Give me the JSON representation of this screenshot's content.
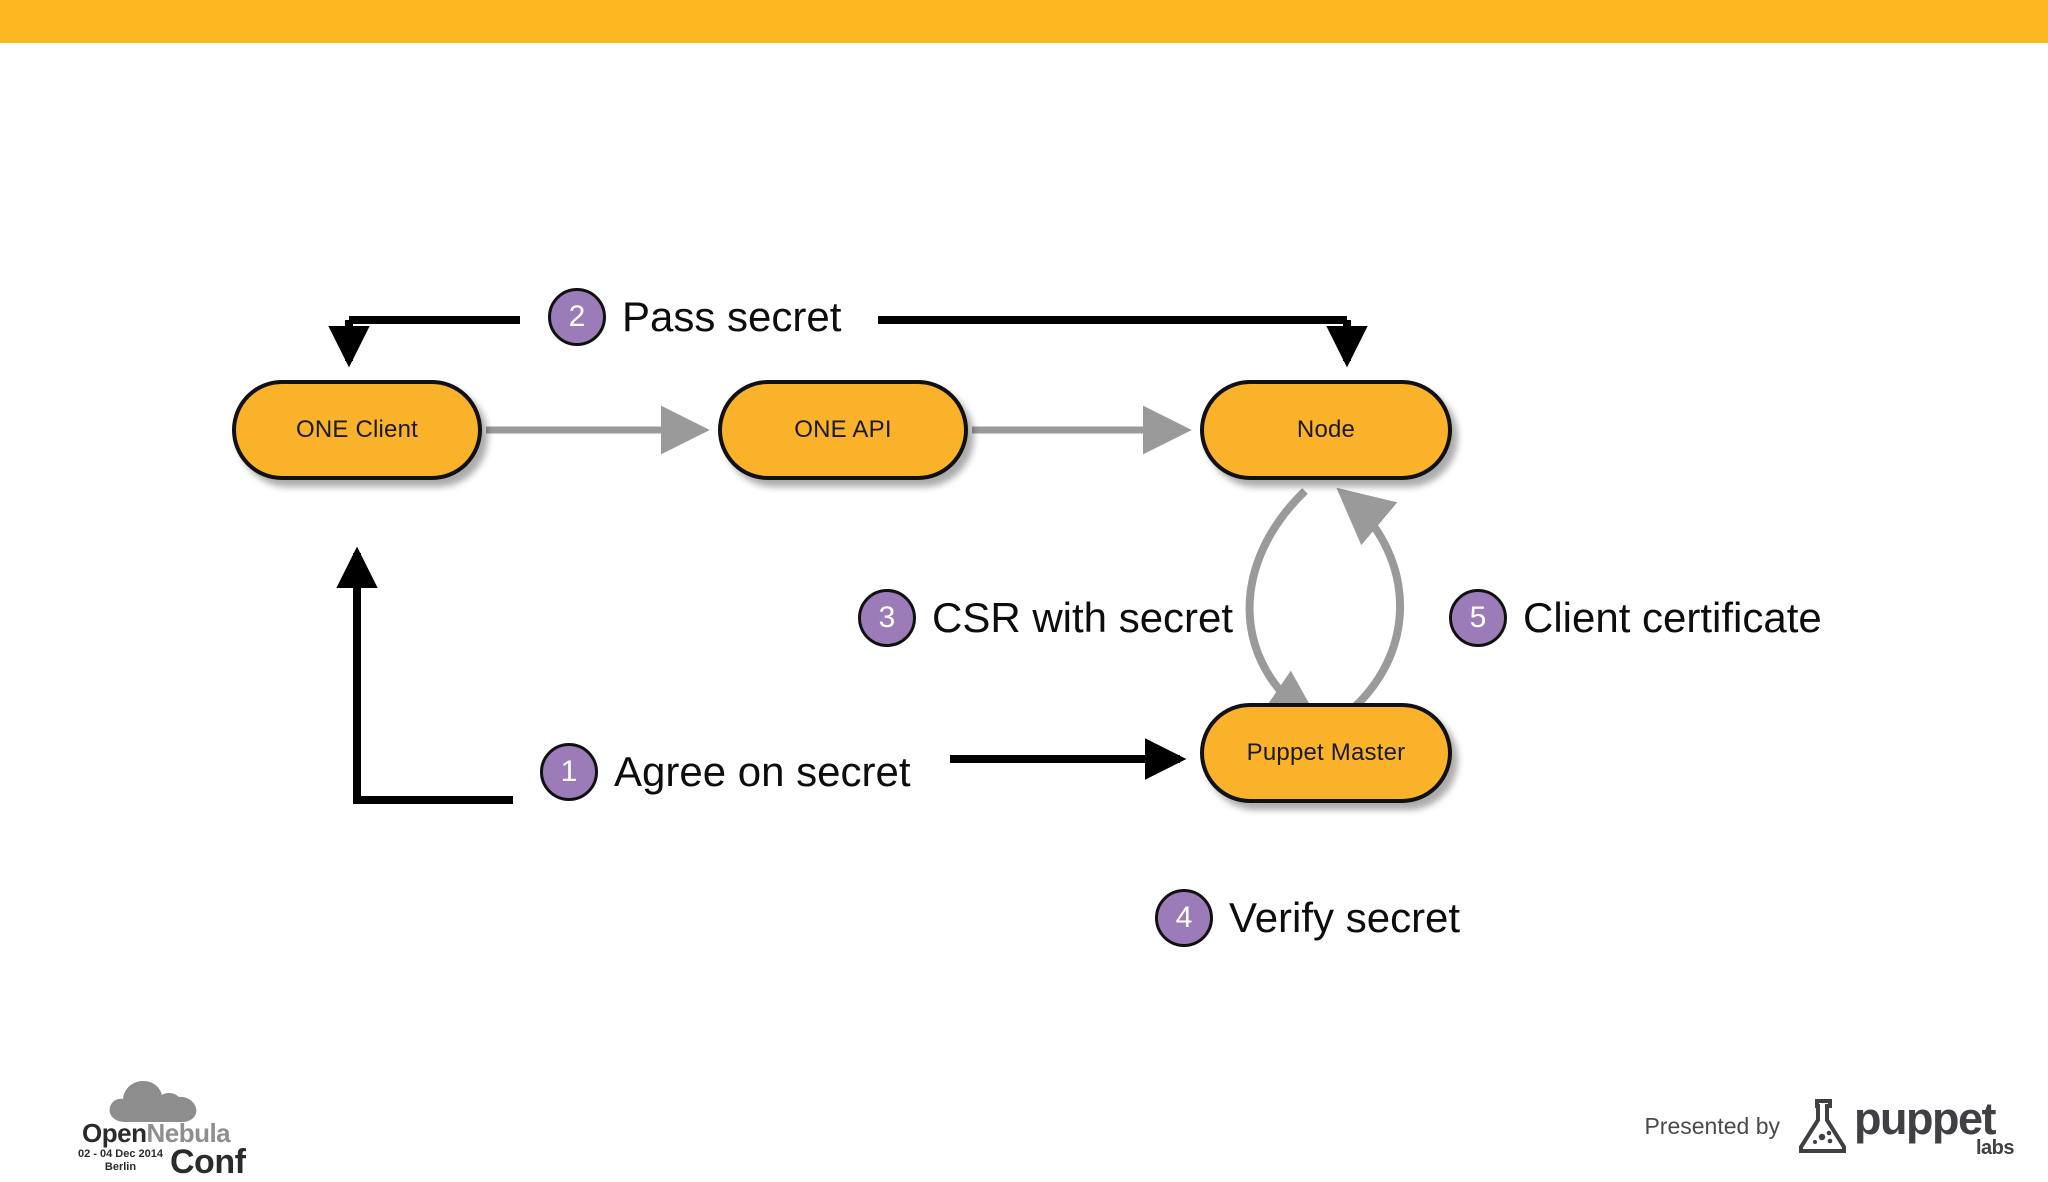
{
  "slide": {
    "top_bar_color": "#FCB71F",
    "background_color": "#FFFFFF",
    "box_fill_color": "#F9B229",
    "box_border_color": "#111111",
    "badge_fill_color": "#9C7BB9",
    "gray_arrow_color": "#9A9A9A",
    "black_arrow_color": "#000000"
  },
  "diagram": {
    "title": "",
    "nodes": [
      {
        "id": "one-client",
        "label": "ONE Client"
      },
      {
        "id": "one-api",
        "label": "ONE API"
      },
      {
        "id": "node",
        "label": "Node"
      },
      {
        "id": "puppet-master",
        "label": "Puppet Master"
      }
    ],
    "steps": [
      {
        "number": "1",
        "label": "Agree on secret"
      },
      {
        "number": "2",
        "label": "Pass secret"
      },
      {
        "number": "3",
        "label": "CSR with secret"
      },
      {
        "number": "4",
        "label": "Verify secret"
      },
      {
        "number": "5",
        "label": "Client certificate"
      }
    ]
  },
  "footer": {
    "opennebula": {
      "word_open": "Open",
      "word_nebula": "Nebula",
      "dates": "02 - 04 Dec 2014",
      "city": "Berlin",
      "conf": "Conf"
    },
    "presented_by": "Presented by",
    "puppet": {
      "word": "puppet",
      "labs": "labs"
    }
  }
}
